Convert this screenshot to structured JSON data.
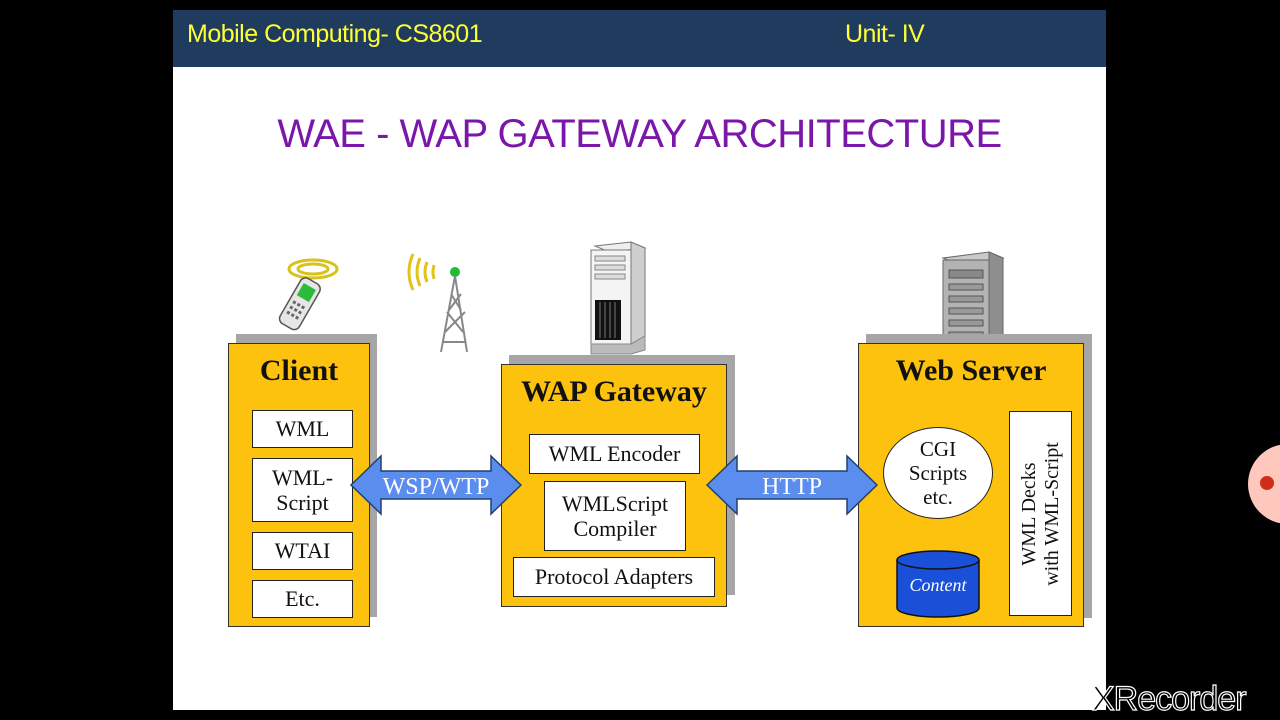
{
  "header": {
    "course": "Mobile Computing- CS8601",
    "unit": "Unit- IV"
  },
  "title": "WAE - WAP GATEWAY ARCHITECTURE",
  "client": {
    "title": "Client",
    "items": [
      "WML",
      "WML-\nScript",
      "WTAI",
      "Etc."
    ]
  },
  "gateway": {
    "title": "WAP Gateway",
    "items": [
      "WML Encoder",
      "WMLScript\nCompiler",
      "Protocol Adapters"
    ]
  },
  "server": {
    "title": "Web Server",
    "cgi": "CGI\nScripts\netc.",
    "content": "Content",
    "decks": "WML Decks\nwith WML-Script"
  },
  "arrows": {
    "left": "WSP/WTP",
    "right": "HTTP"
  },
  "watermark": "XRecorder",
  "colors": {
    "panel": "#fdc20d",
    "header": "#1f3b5e",
    "title": "#7a16a9",
    "arrow": "#5b8def",
    "content": "#1a4fd8"
  }
}
